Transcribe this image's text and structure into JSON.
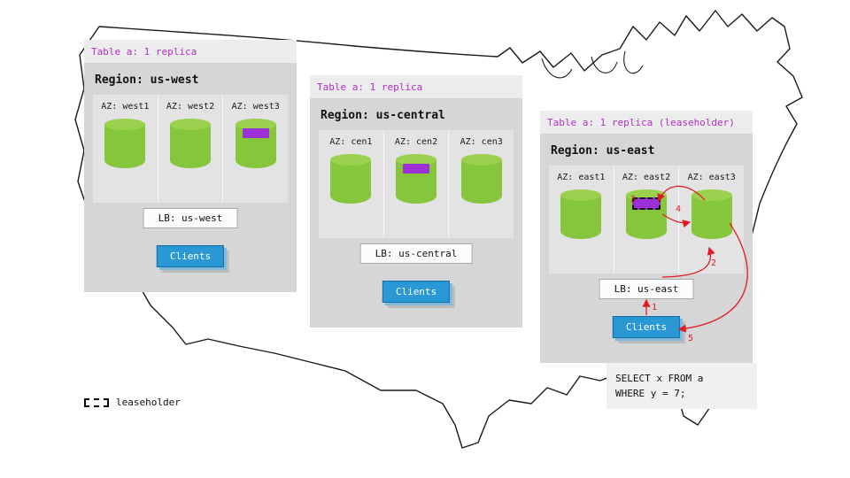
{
  "regions": [
    {
      "header": "Table a: 1 replica",
      "title": "Region: us-west",
      "azs": [
        {
          "label": "AZ: west1"
        },
        {
          "label": "AZ: west2"
        },
        {
          "label": "AZ: west3",
          "replica": true
        }
      ],
      "lb_label": "LB: us-west",
      "clients_label": "Clients"
    },
    {
      "header": "Table a: 1 replica",
      "title": "Region: us-central",
      "azs": [
        {
          "label": "AZ: cen1"
        },
        {
          "label": "AZ: cen2",
          "replica": true
        },
        {
          "label": "AZ: cen3"
        }
      ],
      "lb_label": "LB: us-central",
      "clients_label": "Clients"
    },
    {
      "header": "Table a: 1 replica (leaseholder)",
      "title": "Region: us-east",
      "azs": [
        {
          "label": "AZ: east1"
        },
        {
          "label": "AZ: east2",
          "leaseholder": true
        },
        {
          "label": "AZ: east3"
        }
      ],
      "lb_label": "LB: us-east",
      "clients_label": "Clients",
      "query_line1": "SELECT x FROM a",
      "query_line2": "WHERE y = 7;",
      "flow_steps": [
        "1",
        "2",
        "3",
        "4",
        "5"
      ]
    }
  ],
  "legend": {
    "label": "leaseholder"
  },
  "colors": {
    "replica_green": "#85c63d",
    "replica_purple": "#9c2fd6",
    "clients_blue": "#2b98d6",
    "arrow_red": "#e01b24",
    "header_purple": "#b02fc5"
  }
}
